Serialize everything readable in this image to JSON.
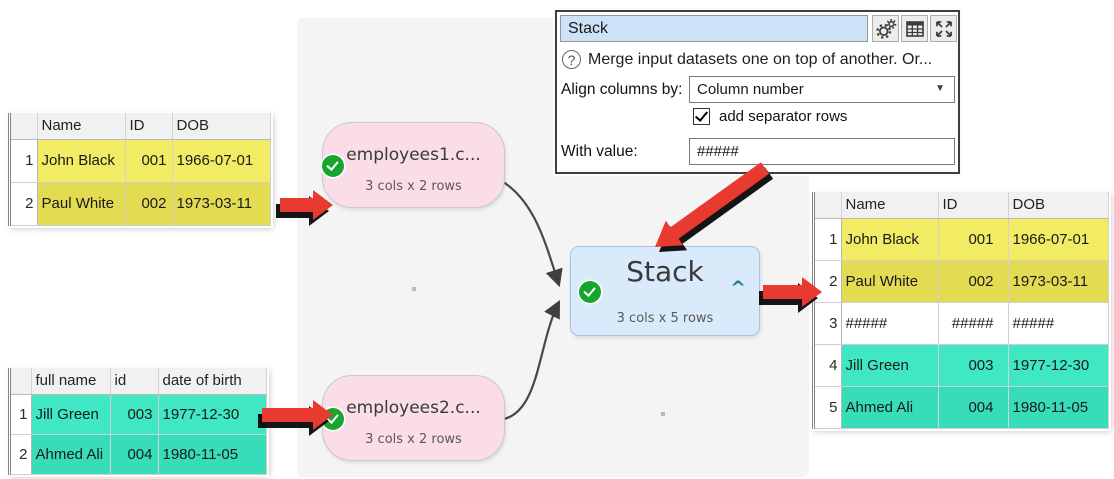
{
  "colors": {
    "accent_red": "#e83a30",
    "node_pink": "#fbdce9",
    "node_blue": "#d9eafb",
    "check_green": "#18a52e",
    "row_yellow": "#f2eb64",
    "row_yellow_alt": "#e3dc52",
    "row_teal": "#3fe7c3",
    "row_teal_alt": "#36ddb8",
    "name_field_blue": "#cde2f6"
  },
  "glyphs": {
    "question_mark": "?",
    "dropdown_arrow": "▼"
  },
  "panel": {
    "name_value": "Stack",
    "help_text": "Merge input datasets one on top of another. Or...",
    "align_label": "Align columns by:",
    "align_value": "Column number",
    "separator_label": "add separator rows",
    "separator_checked": true,
    "with_value_label": "With value:",
    "with_value": "#####"
  },
  "nodes": {
    "input1": {
      "label": "employees1.c...",
      "size": "3 cols x 2 rows"
    },
    "input2": {
      "label": "employees2.c...",
      "size": "3 cols x 2 rows"
    },
    "stack": {
      "label": "Stack",
      "size": "3 cols x 5 rows",
      "caret": "^"
    }
  },
  "tables": {
    "input1": {
      "headers": [
        "Name",
        "ID",
        "DOB"
      ],
      "rows": [
        [
          "1",
          "John Black",
          "001",
          "1966-07-01"
        ],
        [
          "2",
          "Paul White",
          "002",
          "1973-03-11"
        ]
      ]
    },
    "input2": {
      "headers": [
        "full name",
        "id",
        "date of birth"
      ],
      "rows": [
        [
          "1",
          "Jill Green",
          "003",
          "1977-12-30"
        ],
        [
          "2",
          "Ahmed Ali",
          "004",
          "1980-11-05"
        ]
      ]
    },
    "output": {
      "headers": [
        "Name",
        "ID",
        "DOB"
      ],
      "rows": [
        [
          "1",
          "John Black",
          "001",
          "1966-07-01"
        ],
        [
          "2",
          "Paul White",
          "002",
          "1973-03-11"
        ],
        [
          "3",
          "#####",
          "#####",
          "#####"
        ],
        [
          "4",
          "Jill Green",
          "003",
          "1977-12-30"
        ],
        [
          "5",
          "Ahmed Ali",
          "004",
          "1980-11-05"
        ]
      ]
    }
  }
}
